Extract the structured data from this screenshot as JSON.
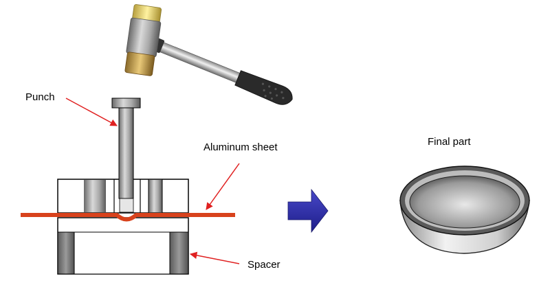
{
  "labels": {
    "punch": "Punch",
    "aluminum_sheet": "Aluminum sheet",
    "spacer": "Spacer",
    "final_part": "Final part"
  },
  "colors": {
    "sheet": "#d8421c",
    "leader": "#e02020",
    "arrow": "#2b2aa6",
    "spacer": "#6e6e6e",
    "hammer_handle": "#2a2a2a"
  },
  "icons": [
    "hammer-icon",
    "process-arrow-icon",
    "bowl-icon"
  ]
}
